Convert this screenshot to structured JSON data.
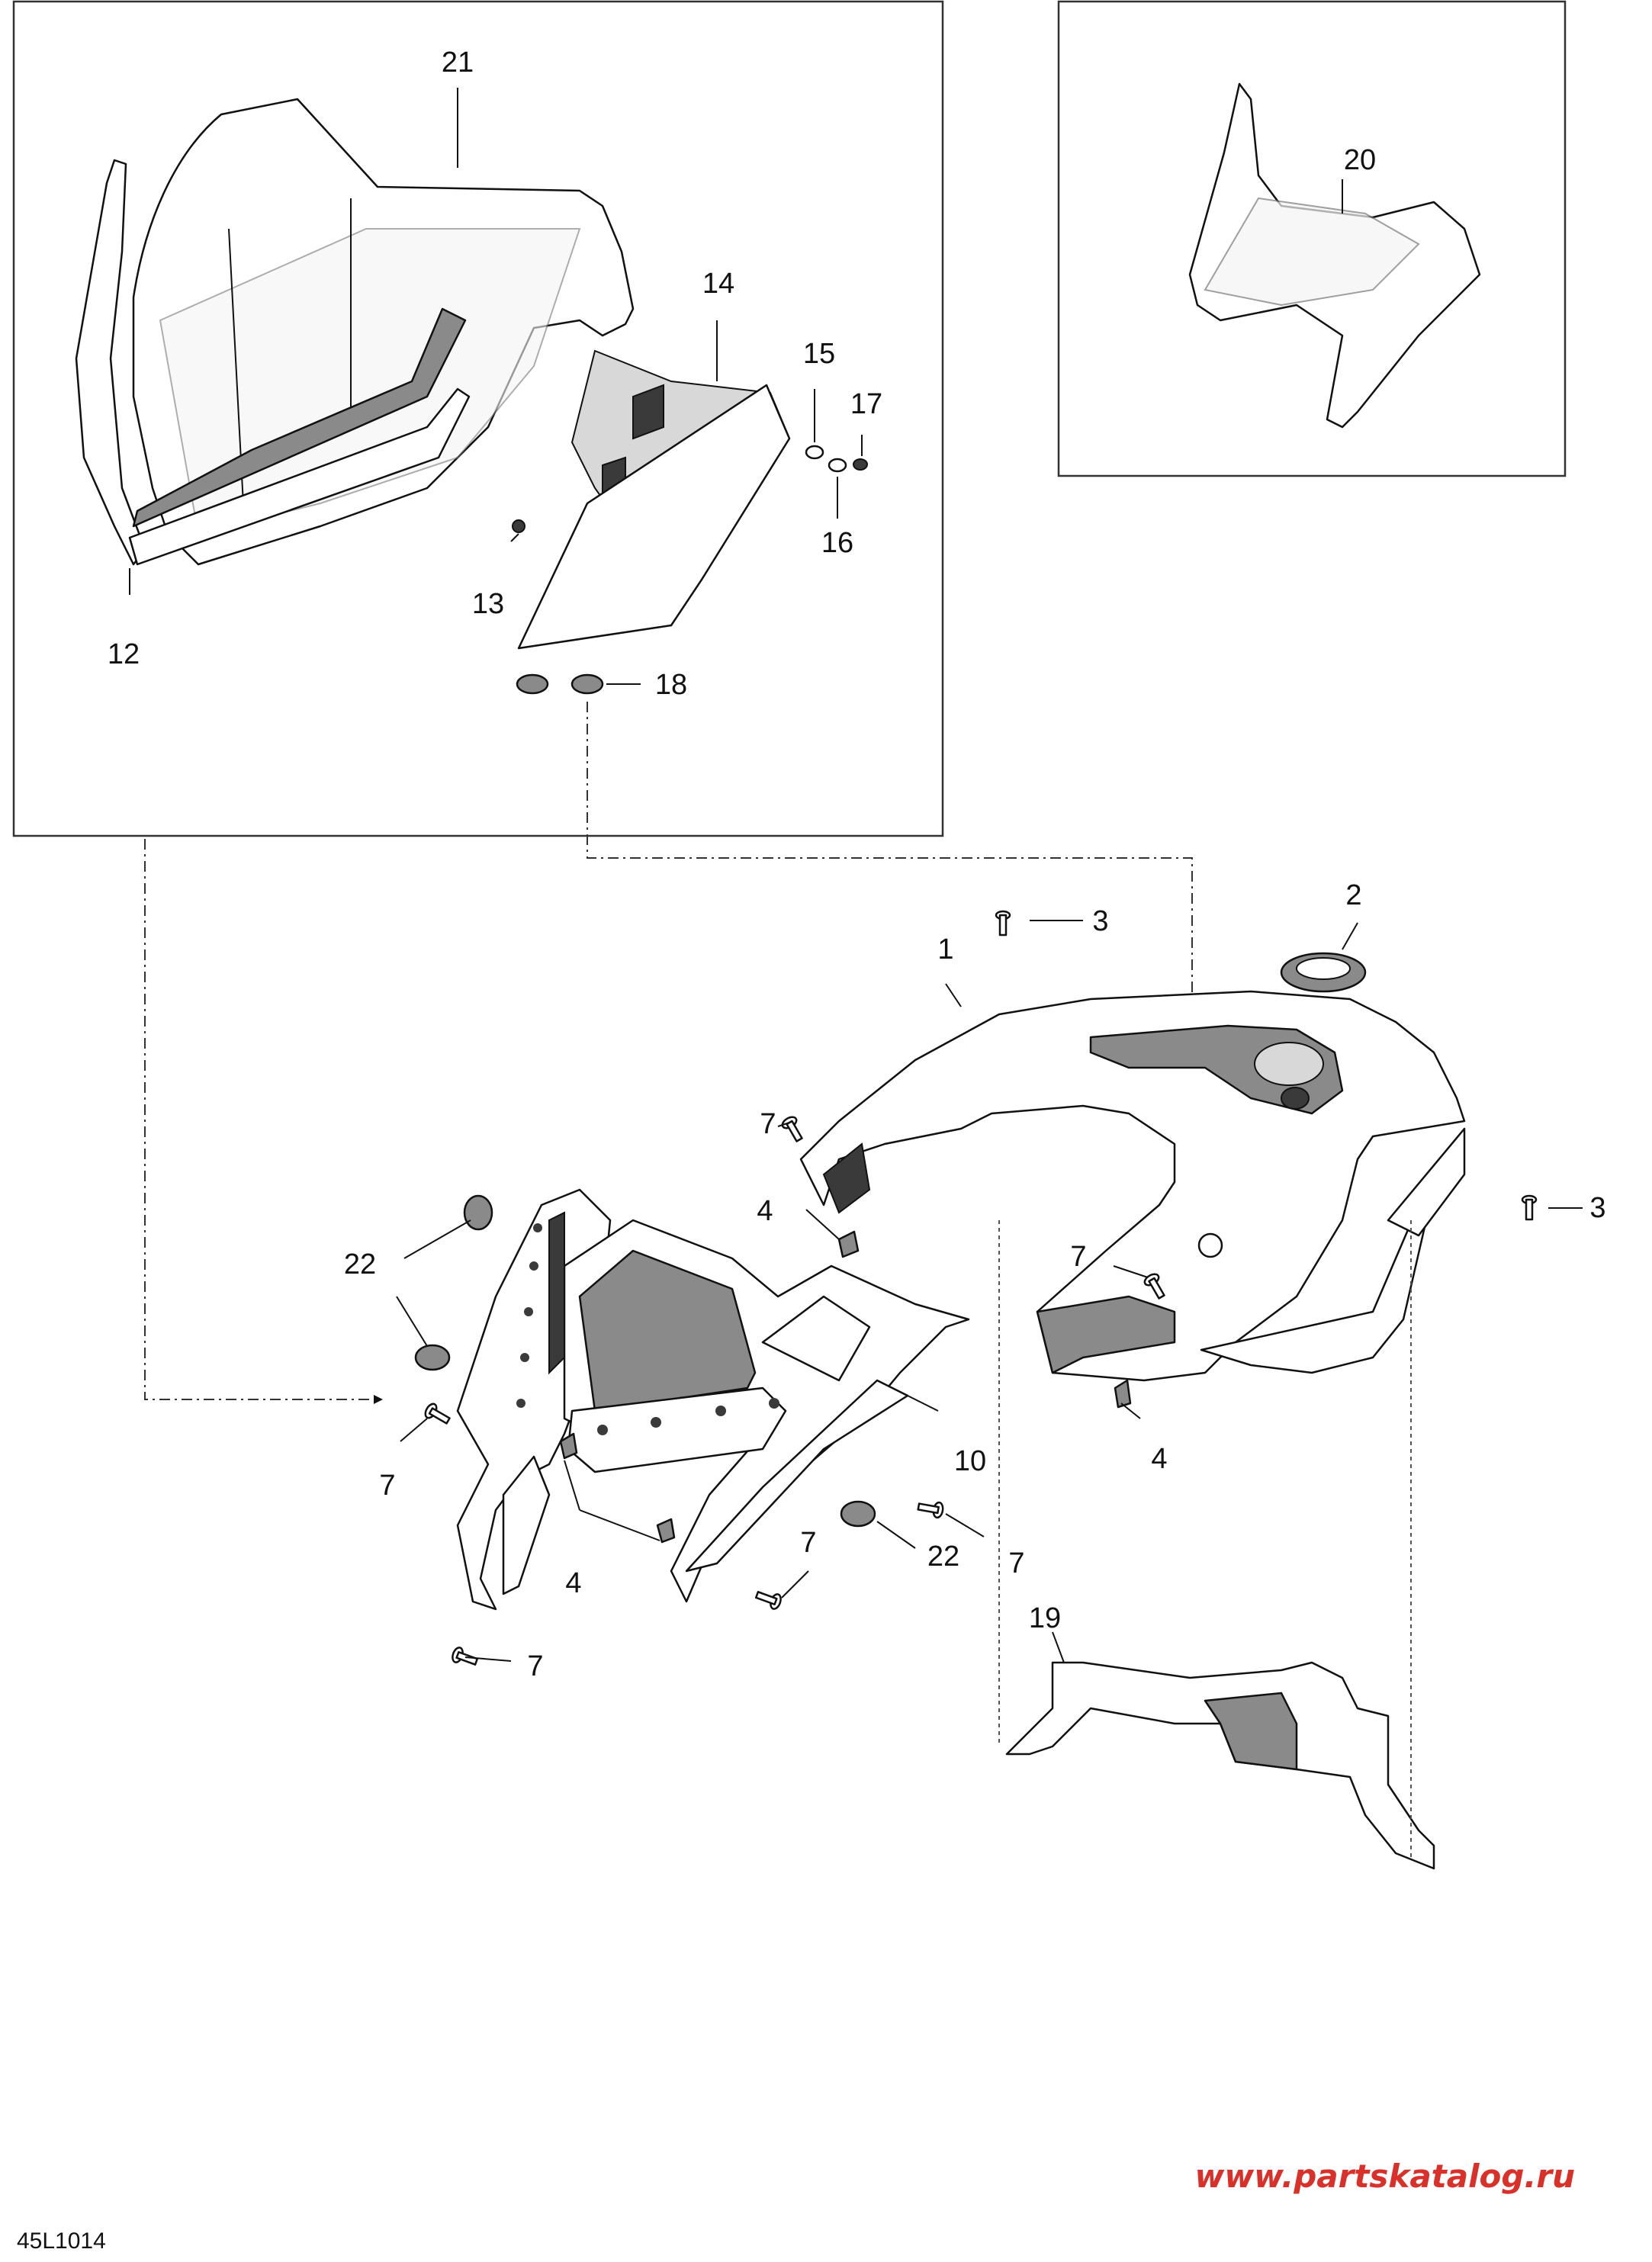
{
  "callouts": {
    "c1": "1",
    "c2": "2",
    "c3a": "3",
    "c3b": "3",
    "c4a": "4",
    "c4b": "4",
    "c4c": "4",
    "c7a": "7",
    "c7b": "7",
    "c7c": "7",
    "c7d": "7",
    "c7e": "7",
    "c7f": "7",
    "c10": "10",
    "c12": "12",
    "c13": "13",
    "c14": "14",
    "c15": "15",
    "c16": "16",
    "c17": "17",
    "c18": "18",
    "c19": "19",
    "c20": "20",
    "c21": "21",
    "c22a": "22",
    "c22b": "22"
  },
  "footer": {
    "diagram_code": "45L1014",
    "watermark": "www.partskatalog.ru"
  },
  "colors": {
    "line": "#111111",
    "shade": "#8a8a8a",
    "watermark": "#d9302a"
  }
}
